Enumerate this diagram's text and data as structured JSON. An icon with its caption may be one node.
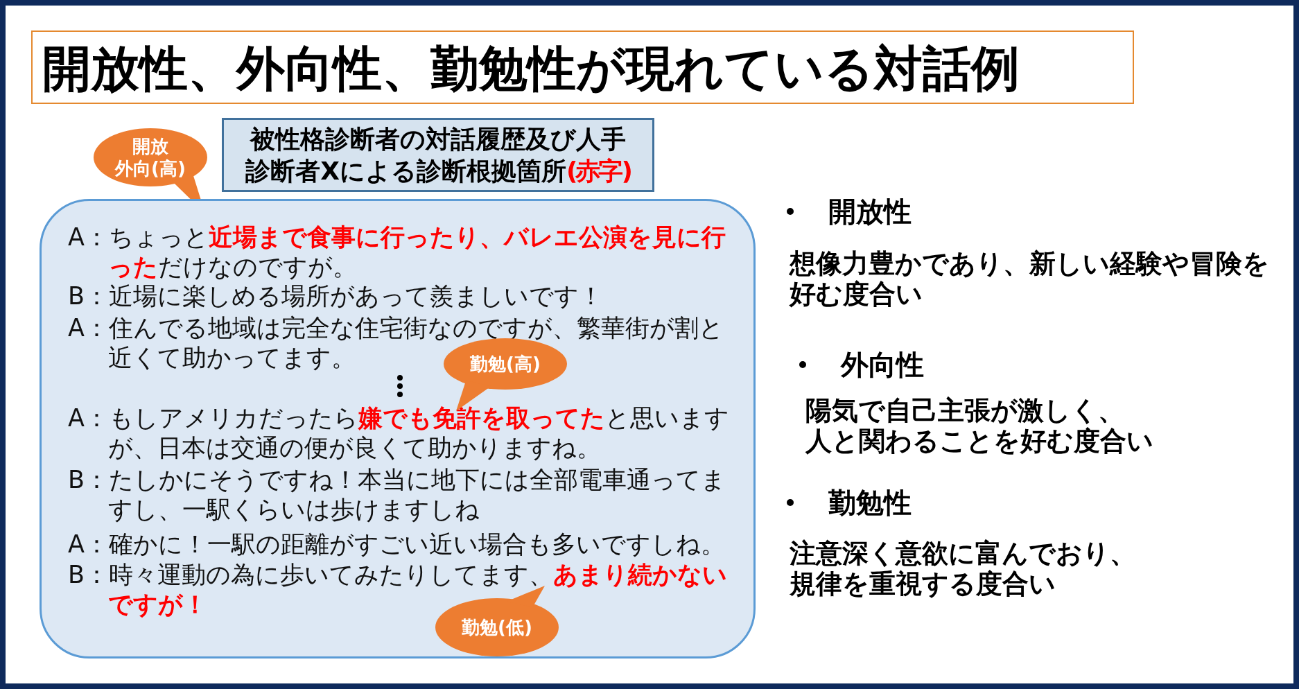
{
  "diagram": {
    "nodes": [
      {
        "text": [
          "開放性、外向性、勤勉性が現れている対話例"
        ]
      },
      {
        "text": [
          "被性格診断者の対話履歴及び人手診断者Xによる診断根拠箇所**(赤字)**"
        ]
      },
      {
        "text": [
          "開放",
          "外向(高)"
        ]
      },
      {
        "text": [
          "A：ちょっと**近場まで食事に行ったり、バレエ公演を見に行った**だけなのですが。",
          "B：近場に楽しめる場所があって羨ましいです！",
          "A：住んでる地域は完全な住宅街なのですが、繁華街が割と近くて助かってます。",
          "A：もしアメリカだったら**嫌でも免許を取ってた**と思いますが、日本は交通の便が良くて助かりますね。",
          "B：たしかにそうですね！本当に地下には全部電車通ってますし、一駅くらいは歩けますしね",
          "A：確かに！一駅の距離がすごい近い場合も多いですしね。",
          "B：時々運動の為に歩いてみたりしてます、**あまり続かないですが！**"
        ]
      },
      {
        "text": [
          "勤勉(高)"
        ],
        "in": 3
      },
      {
        "text": [
          "勤勉(低)"
        ],
        "in": 3
      }
    ],
    "labels": [
      "開放性",
      "想像力豊かであり、新しい経験や冒険を好む度合い",
      "外向性",
      "陽気で自己主張が激しく、人と関わることを好む度合い",
      "勤勉性",
      "注意深く意欲に富んでおり、規律を重視する度合い"
    ]
  }
}
